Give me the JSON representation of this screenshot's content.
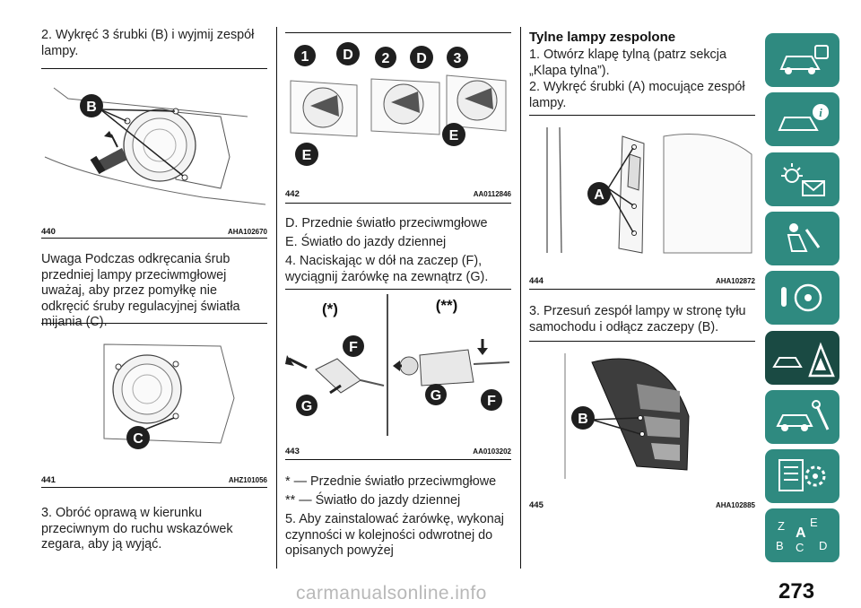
{
  "column1": {
    "step2": "2. Wykręć 3 śrubki (B) i wyjmij zespół lampy.",
    "fig440": {
      "number": "440",
      "code": "AHA102670",
      "label": "B"
    },
    "warning": "Uwaga  Podczas odkręcania śrub przedniej lampy przeciwmgłowej uważaj, aby przez pomyłkę nie odkręcić śruby regulacyjnej światła mijania (C).",
    "fig441": {
      "number": "441",
      "code": "AHZ101056",
      "label": "C"
    },
    "step3": "3. Obróć oprawą w kierunku przeciwnym do ruchu wskazówek zegara, aby ją wyjąć."
  },
  "column2": {
    "fig442": {
      "number": "442",
      "code": "AA0112846",
      "labels": [
        "1",
        "D",
        "2",
        "D",
        "3",
        "E",
        "E"
      ]
    },
    "itemD": "D. Przednie światło przeciwmgłowe",
    "itemE": "E. Światło do jazdy dziennej",
    "step4": "4. Naciskając w dół na zaczep (F), wyciągnij żarówkę na zewnątrz (G).",
    "fig443": {
      "number": "443",
      "code": "AA0103202",
      "star1": "(*)",
      "star2": "(**)",
      "labels": [
        "F",
        "G",
        "G",
        "F"
      ]
    },
    "note1": "* — Przednie światło przeciwmgłowe",
    "note2": "** — Światło do jazdy dziennej",
    "step5": "5. Aby zainstalować żarówkę, wykonaj czynności w kolejności odwrotnej do opisanych powyżej"
  },
  "column3": {
    "heading": "Tylne lampy zespolone",
    "step1": "1. Otwórz klapę tylną (patrz sekcja „Klapa tylna”).",
    "step2": "2. Wykręć śrubki (A) mocujące zespół lampy.",
    "fig444": {
      "number": "444",
      "code": "AHA102872",
      "label": "A"
    },
    "step3": "3. Przesuń zespół lampy w stronę tyłu samochodu i odłącz zaczepy (B).",
    "fig445": {
      "number": "445",
      "code": "AHA102885",
      "label": "B"
    }
  },
  "sidebar": {
    "tabs": [
      "car-info-icon",
      "dashboard-info-icon",
      "lights-message-icon",
      "airbag-safety-icon",
      "steering-start-icon",
      "emergency-warning-icon",
      "maintenance-icon",
      "technical-data-icon",
      "index-abc-icon"
    ],
    "active_index": 5,
    "color": "#2f8a80",
    "active_color": "#1a4a43"
  },
  "page_number": "273",
  "watermark": "carmanualsonline.info"
}
